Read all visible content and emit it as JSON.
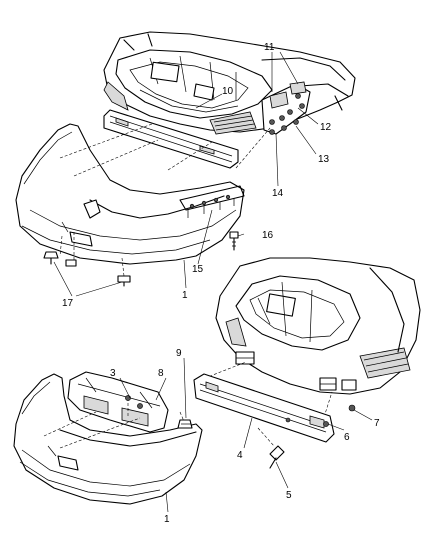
{
  "callouts": {
    "c1a": "1",
    "c1b": "1",
    "c3": "3",
    "c4": "4",
    "c5": "5",
    "c6": "6",
    "c7": "7",
    "c8": "8",
    "c9": "9",
    "c10": "10",
    "c11": "11",
    "c12": "12",
    "c13": "13",
    "c14": "14",
    "c15": "15",
    "c16": "16",
    "c17": "17"
  }
}
